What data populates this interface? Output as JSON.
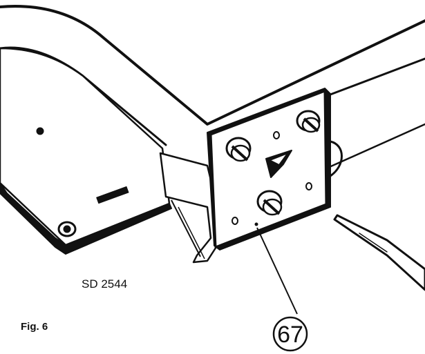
{
  "figure": {
    "caption": "Fig. 6",
    "drawing_code": "SD 2544",
    "callout_number": "67"
  },
  "colors": {
    "ink": "#111111",
    "paper": "#ffffff"
  }
}
